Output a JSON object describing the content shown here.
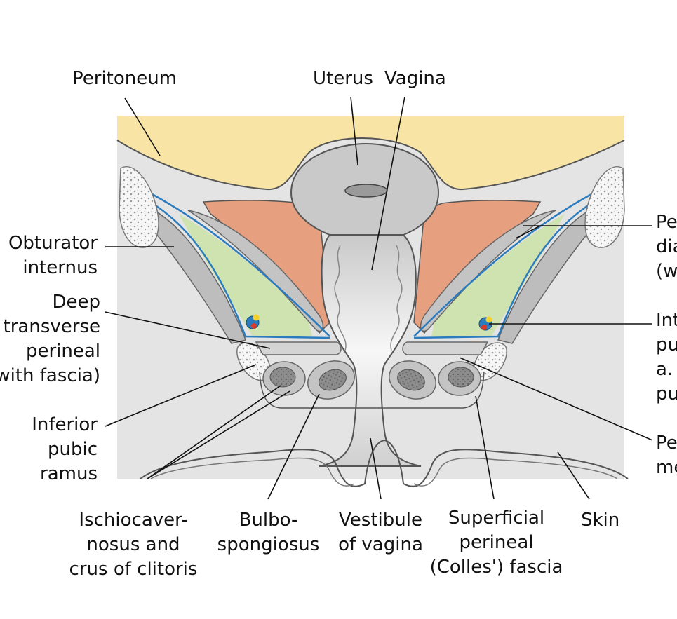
{
  "colors": {
    "background": "#ffffff",
    "peritoneal_cavity": "#f8e5a6",
    "panel": "#e4e4e4",
    "tissue_gray": "#cfcfcf",
    "dark_gray": "#7a7a7a",
    "levator_muscle": "#e6a080",
    "ischioanal_fossa": "#cfe3b0",
    "fascia_blue": "#2b7bbd",
    "outline": "#555555",
    "leader_line": "#111111"
  },
  "labels": {
    "peritoneum": "Peritoneum",
    "uterus": "Uterus",
    "vagina": "Vagina",
    "pelvic_diaphragm": "Pe\ndia\n(w",
    "obturator_internus": "Obturator\ninternus",
    "deep_transverse_perineal": "Deep\ntransverse\nperineal\n(with fascia)",
    "internal_pudendal": "Int\npu\na.\npu",
    "inferior_pubic_ramus": "Inferior\npubic\nramus",
    "perineal_membrane": "Pe\nme",
    "ischiocavernosus": "Ischiocaver-\nnosus and\ncrus of clitoris",
    "bulbospongiosus": "Bulbo-\nspongiosus",
    "vestibule": "Vestibule\nof vagina",
    "superficial_fascia": "Superficial\nperineal\n(Colles') fascia",
    "skin": "Skin"
  }
}
